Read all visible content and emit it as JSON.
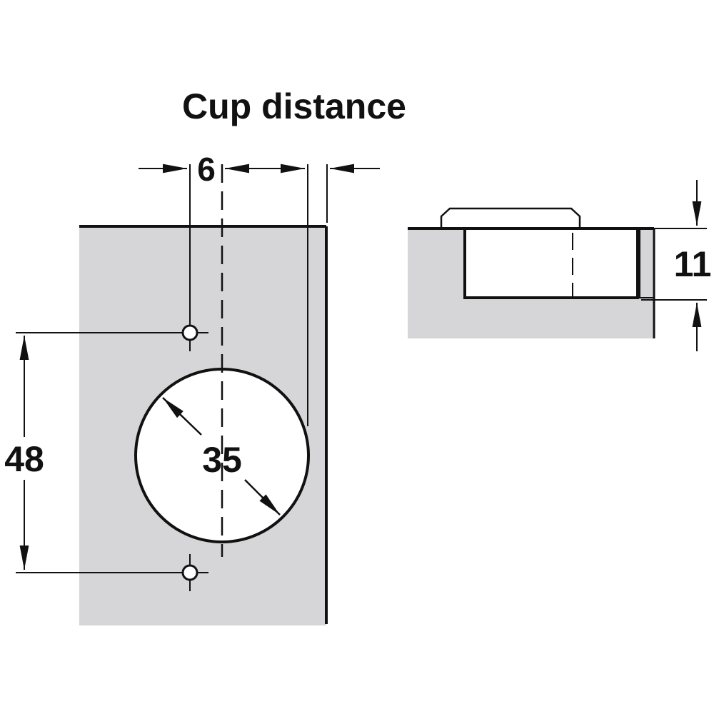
{
  "title": "Cup distance",
  "dimensions": {
    "cup_distance": "6",
    "hole_spacing": "48",
    "cup_diameter": "35",
    "cup_depth": "11"
  },
  "colors": {
    "panel_fill": "#d6d6d8",
    "line": "#111111",
    "background": "#ffffff"
  }
}
